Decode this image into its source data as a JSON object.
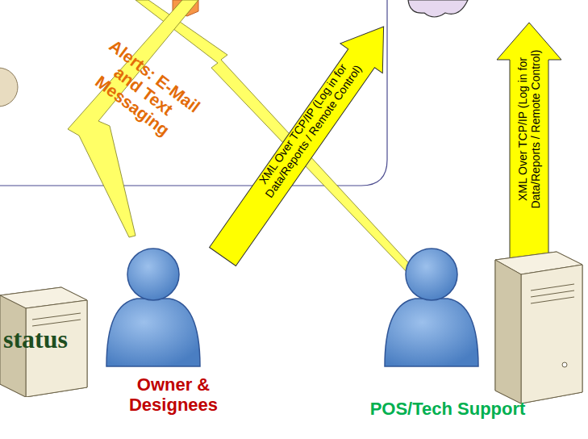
{
  "diagram": {
    "nodes": [
      {
        "text": [
          "status"
        ]
      },
      {
        "text": [
          "Owner & Designees"
        ]
      },
      {
        "text": [
          "POS/Tech Support"
        ]
      }
    ],
    "labels": [
      "Alerts: E-Mail and Text Messaging",
      "XML Over TCP/IP (Log in for Data/Reports / Remote Control)",
      "XML Over TCP/IP (Log in for Data/Reports / Remote Control)"
    ]
  }
}
